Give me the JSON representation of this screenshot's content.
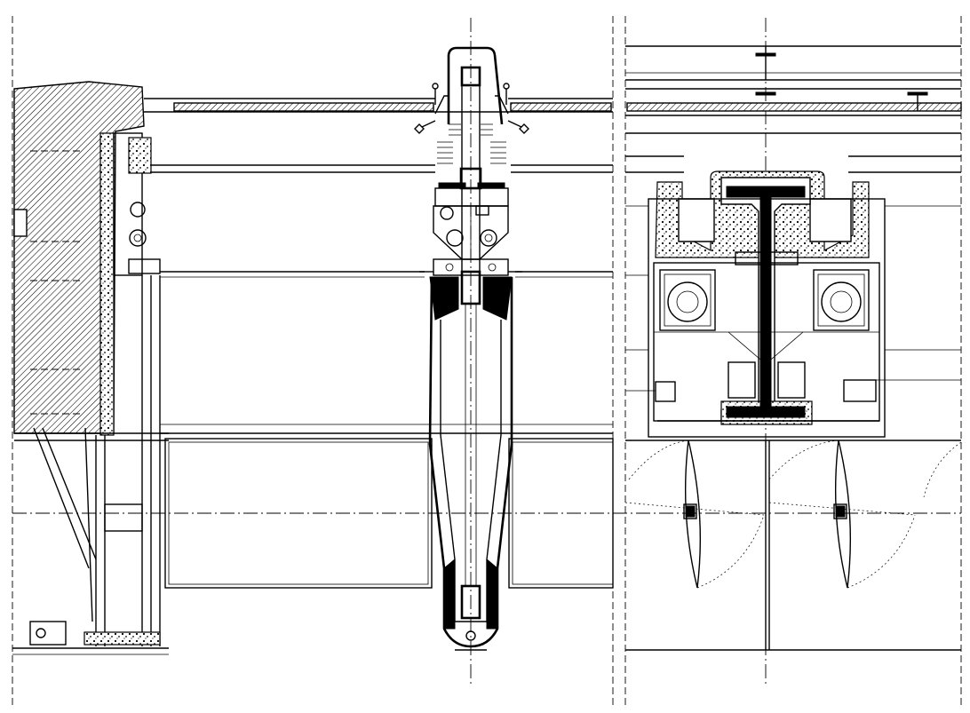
{
  "drawing": {
    "views": [
      "left-wall-section",
      "central-blade-section",
      "right-beam-section"
    ],
    "colors": {
      "line": "#000000",
      "background": "#ffffff"
    },
    "icons": [
      "hatch-pattern",
      "insulation-pattern",
      "bolt-icon",
      "louvre-blade-icon"
    ]
  }
}
